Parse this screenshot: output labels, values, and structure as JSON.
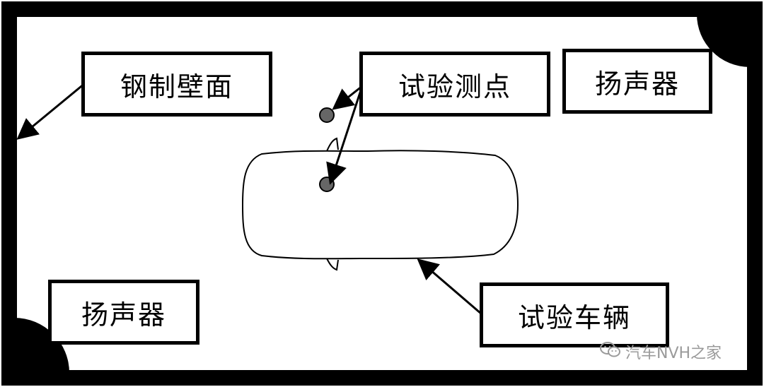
{
  "labels": {
    "steel_wall": "钢制壁面",
    "measure_points": "试验测点",
    "speaker_top": "扬声器",
    "speaker_bottom": "扬声器",
    "test_vehicle": "试验车辆"
  },
  "watermark": {
    "text": "汽车NVH之家",
    "icon": "wechat-icon"
  },
  "colors": {
    "wall": "#000000",
    "measure_point_fill": "#666666",
    "background": "#ffffff"
  }
}
